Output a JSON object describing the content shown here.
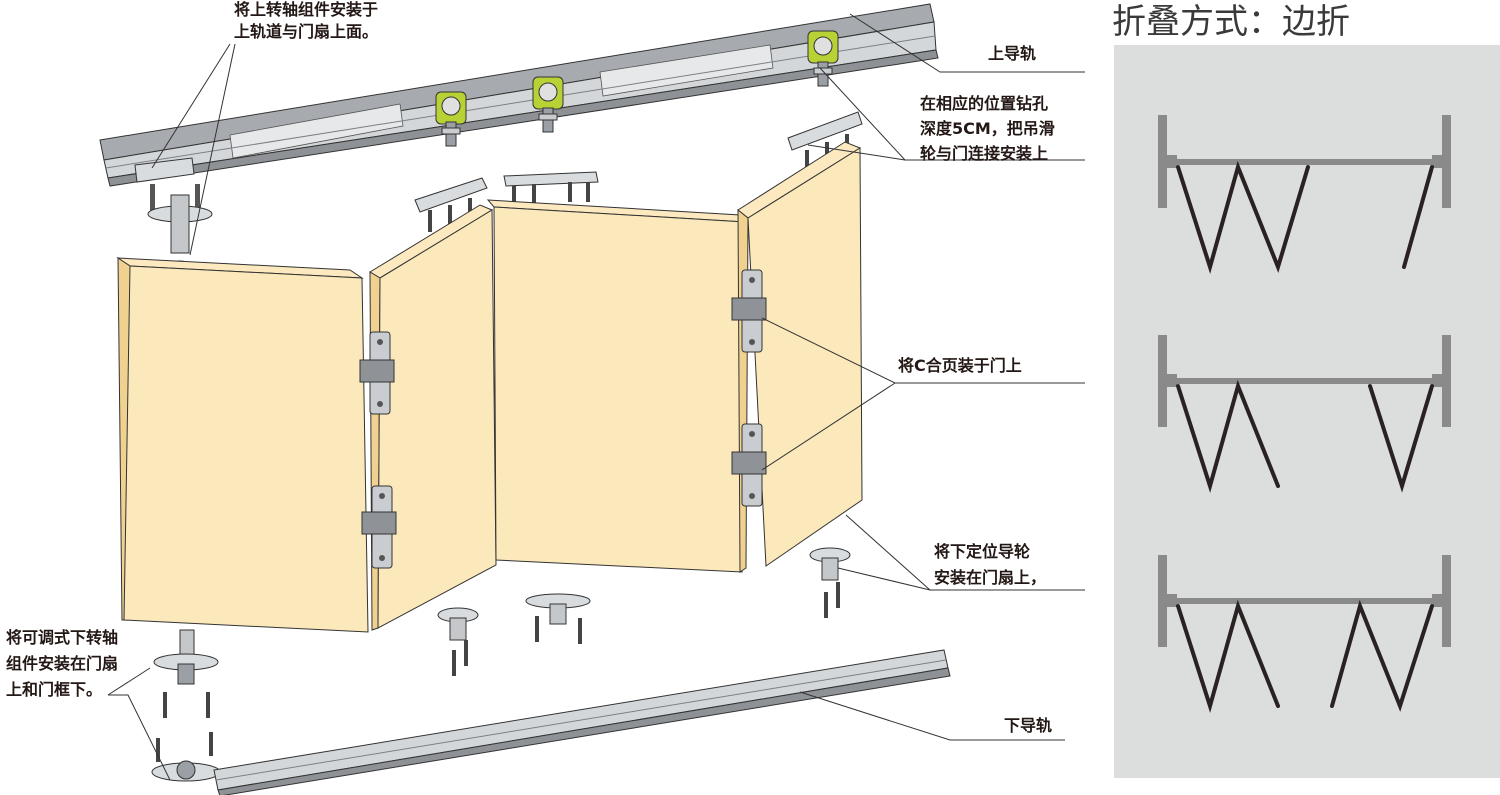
{
  "labels": {
    "top_pivot": [
      "将上转轴组件安装于",
      "上轨道与门扇上面。"
    ],
    "top_rail": "上导轨",
    "drill": [
      "在相应的位置钻孔",
      "深度5CM，把吊滑",
      "轮与门连接安装上"
    ],
    "hinge": "将C合页装于门上",
    "lower_guide": [
      "将下定位导轮",
      "安装在门扇上，"
    ],
    "bottom_pivot": [
      "将可调式下转轴",
      "组件安装在门扇",
      "上和门框下。"
    ],
    "bottom_rail": "下导轨"
  },
  "folding": {
    "title": "折叠方式：边折"
  },
  "colors": {
    "door_face": "#fbe8bb",
    "door_edge": "#f6d99a",
    "rail": "#b9bcbf",
    "roller": "#b8d235",
    "panel_bg": "#dcdddd",
    "fold_line": "#2a2222",
    "fold_track": "#8a8a8a",
    "leader": "#333333"
  }
}
